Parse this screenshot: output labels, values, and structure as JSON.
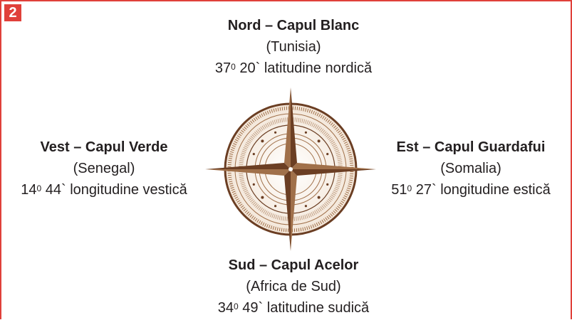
{
  "badge": "2",
  "north": {
    "title": "Nord – Capul Blanc",
    "country": "(Tunisia)",
    "deg": "37",
    "sup": "0",
    "rest": " 20` latitudine nordică"
  },
  "south": {
    "title": "Sud – Capul Acelor",
    "country": "(Africa de Sud)",
    "deg": "34",
    "sup": "0",
    "rest": " 49` latitudine sudică"
  },
  "west": {
    "title": "Vest – Capul Verde",
    "country": "(Senegal)",
    "deg": "14",
    "sup": "0",
    "rest": " 44` longitudine vestică"
  },
  "east": {
    "title": "Est – Capul Guardafui",
    "country": "(Somalia)",
    "deg": "51",
    "sup": "0",
    "rest": " 27` longitudine estică"
  },
  "colors": {
    "frame": "#e0403a",
    "compass_dark": "#6b3e23",
    "compass_light": "#a0704a",
    "compass_fill": "#f8efe6"
  }
}
